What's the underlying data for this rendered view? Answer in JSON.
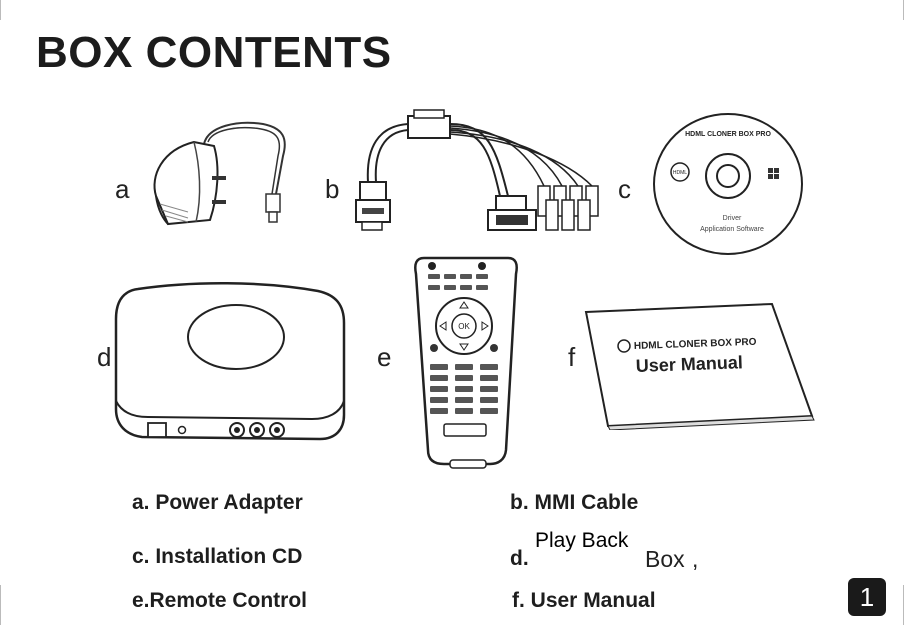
{
  "page": {
    "title": "BOX CONTENTS",
    "page_number": "1"
  },
  "items": [
    {
      "letter": "a",
      "caption": "a. Power Adapter"
    },
    {
      "letter": "b",
      "caption": "b. MMI Cable"
    },
    {
      "letter": "c",
      "caption": "c. Installation CD"
    },
    {
      "letter": "d",
      "caption_prefix": "d.",
      "caption_small": "Play Back",
      "caption_large": "Box",
      "caption_suffix": ","
    },
    {
      "letter": "e",
      "caption": "e.Remote Control"
    },
    {
      "letter": "f",
      "caption": "f. User Manual"
    }
  ],
  "cd_disc": {
    "brand": "HDML CLONER BOX PRO",
    "logo_text": "HDML",
    "line1": "Driver",
    "line2": "Application Software"
  },
  "manual_cover": {
    "brand": "HDML CLONER BOX PRO",
    "title": "User Manual"
  },
  "remote": {
    "ok_label": "OK"
  }
}
